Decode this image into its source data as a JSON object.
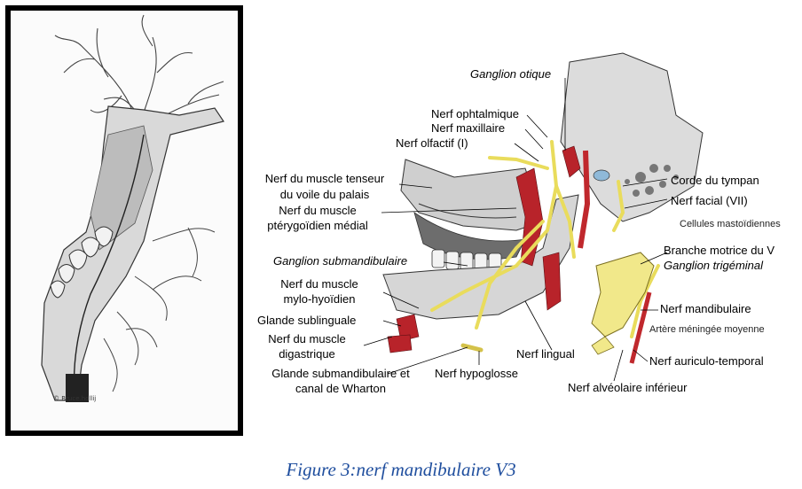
{
  "figure": {
    "left_image": {
      "signature": "© Bruce.hollij"
    },
    "right_image": {
      "labels": {
        "ganglion_otique": "Ganglion otique",
        "nerf_ophtalmique": "Nerf ophtalmique",
        "nerf_maxillaire": "Nerf maxillaire",
        "nerf_olfactif": "Nerf olfactif (I)",
        "tenseur_line1": "Nerf du muscle tenseur",
        "tenseur_line2": "du voile du palais",
        "pterygoidien_line1": "Nerf du muscle",
        "pterygoidien_line2": "ptérygoïdien médial",
        "ganglion_submandibulaire": "Ganglion submandibulaire",
        "mylo_line1": "Nerf du muscle",
        "mylo_line2": "mylo-hyoïdien",
        "glande_sublinguale": "Glande sublinguale",
        "digastrique_line1": "Nerf du muscle",
        "digastrique_line2": "digastrique",
        "glande_submandibulaire_line1": "Glande submandibulaire et",
        "glande_submandibulaire_line2": "canal de Wharton",
        "nerf_hypoglosse": "Nerf hypoglosse",
        "nerf_lingual": "Nerf lingual",
        "corde_du_tympan": "Corde du tympan",
        "nerf_facial": "Nerf facial (VII)",
        "cellules_mastoidiennes": "Cellules mastoïdiennes",
        "branche_motrice": "Branche motrice du V",
        "ganglion_trigeminal": "Ganglion trigéminal",
        "nerf_mandibulaire": "Nerf mandibulaire",
        "artere_meningee": "Artère méningée moyenne",
        "nerf_auriculo_temporal": "Nerf auriculo-temporal",
        "nerf_alveolaire": "Nerf alvéolaire inférieur"
      }
    },
    "caption": "Figure 3:nerf mandibulaire V3"
  }
}
